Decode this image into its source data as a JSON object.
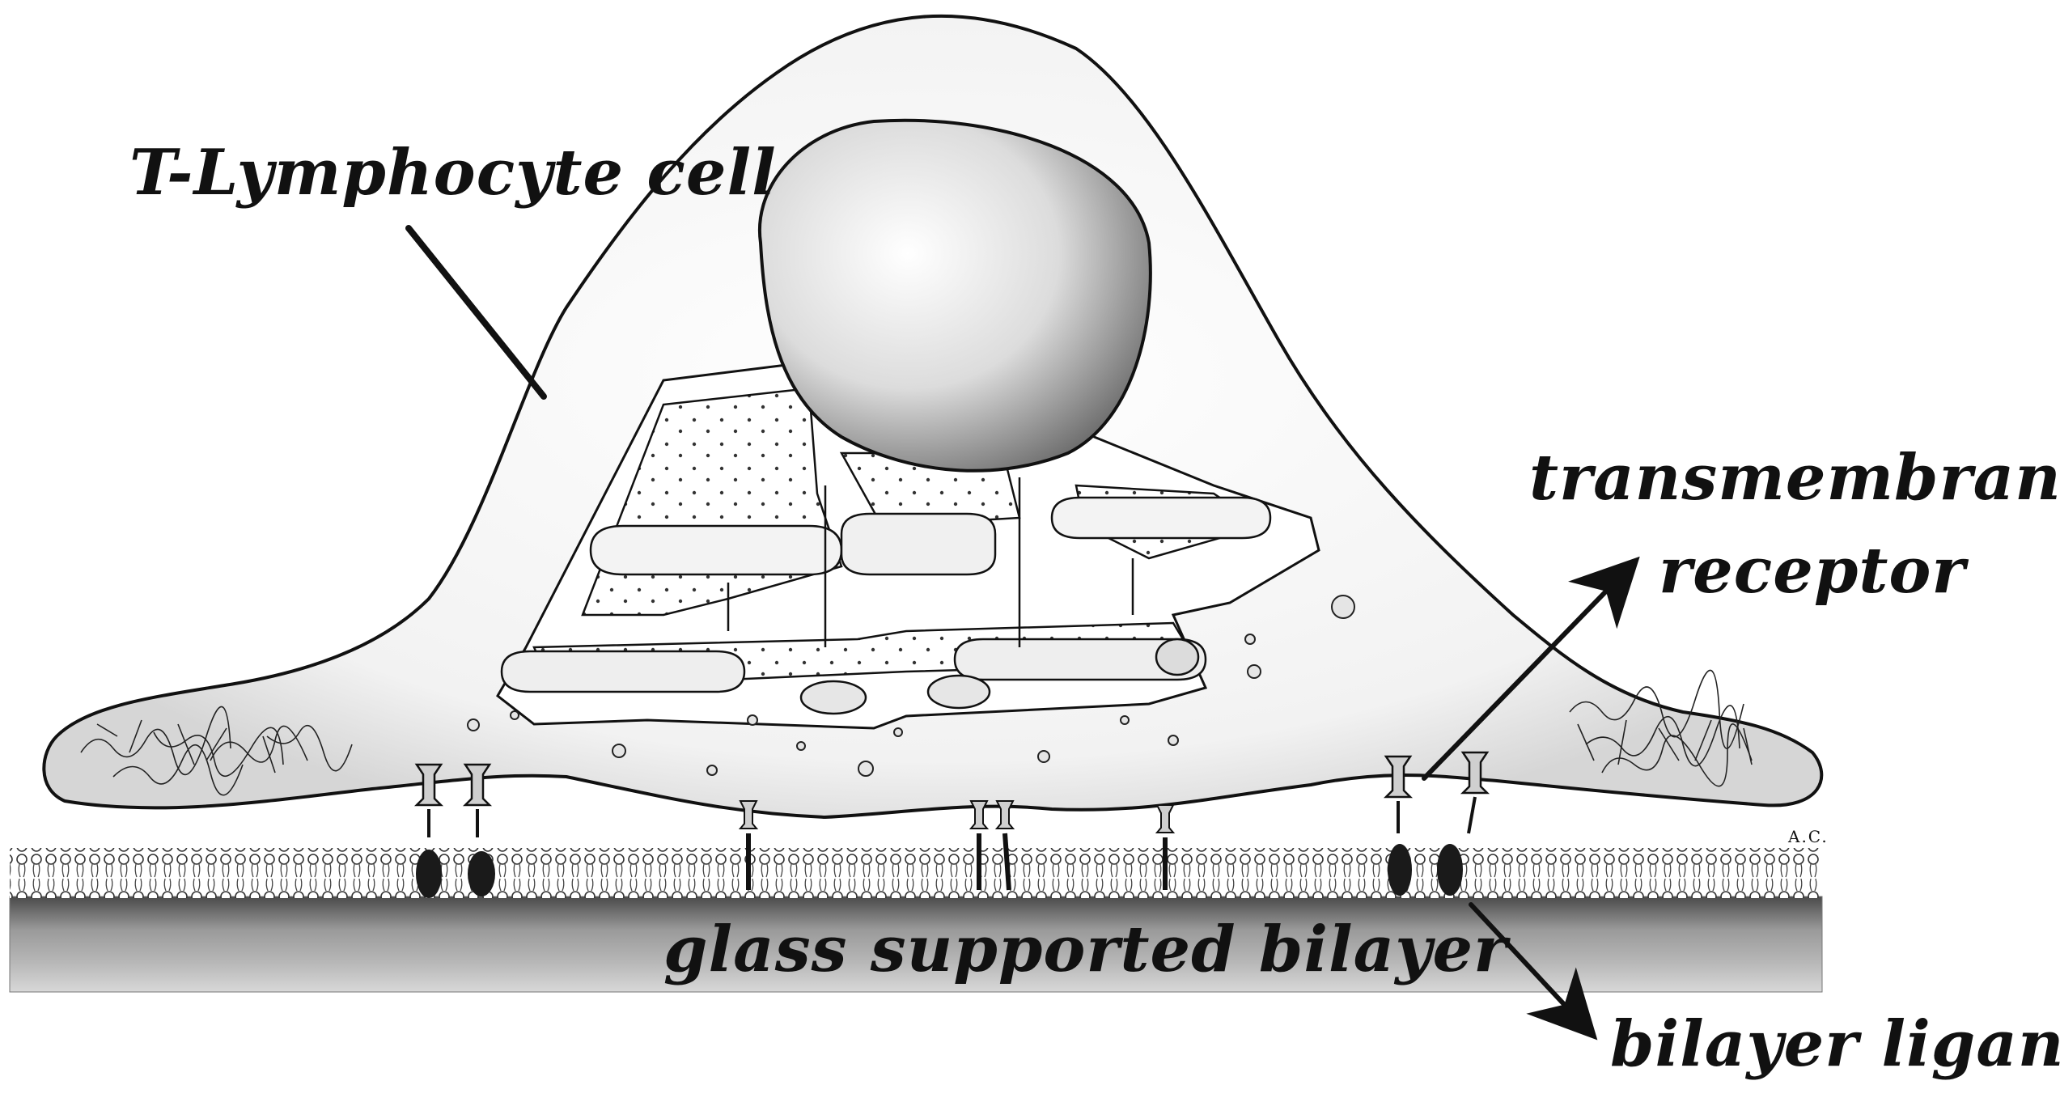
{
  "labels": {
    "cell": "T-Lymphocyte cell",
    "receptor_line1": "transmembrane",
    "receptor_line2": "receptor",
    "glass": "glass supported bilayer",
    "ligand": "bilayer ligand",
    "signature": "A.C."
  },
  "icons": {
    "cell": "t-lymphocyte-cell-drawing",
    "nucleus": "nucleus-sphere",
    "er": "endoplasmic-reticulum-folds",
    "bilayer": "lipid-bilayer",
    "glass": "glass-substrate",
    "receptor": "transmembrane-receptor",
    "ligand": "bilayer-ligand",
    "arrow": "pointer-arrow"
  },
  "colors": {
    "ink": "#111111",
    "shade": "#9a9a9a",
    "glass_shade": "#8c8c8c",
    "paper": "#ffffff"
  }
}
